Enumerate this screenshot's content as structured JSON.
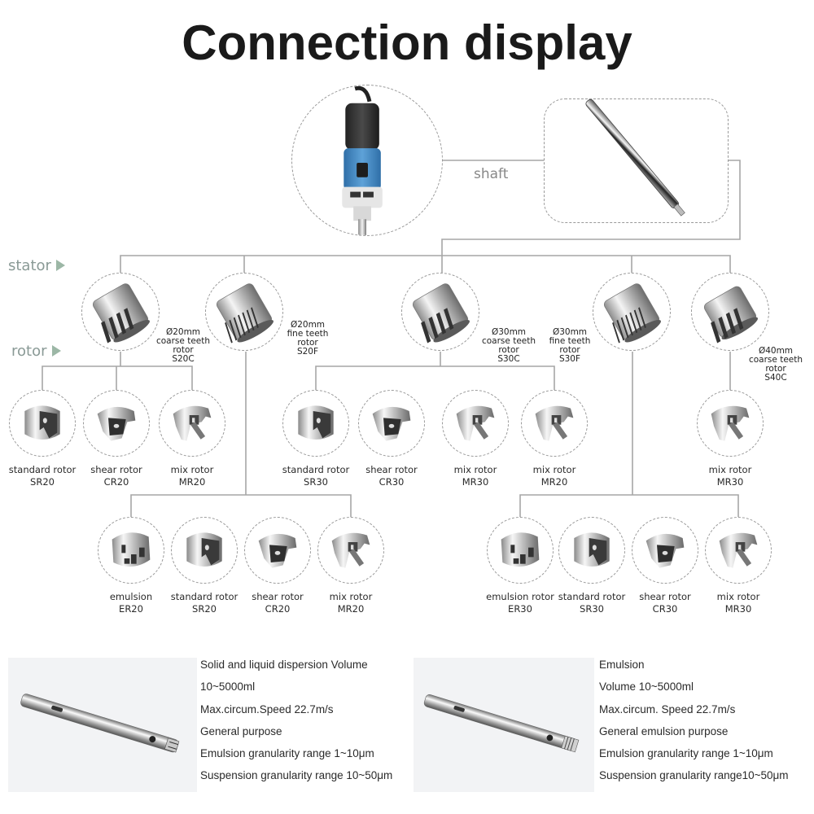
{
  "title": "Connection display",
  "labels": {
    "stator": "stator",
    "rotor": "rotor",
    "shaft": "shaft"
  },
  "stators": [
    {
      "size": "Ø20mm",
      "teeth": "coarse teeth",
      "kind": "rotor",
      "code": "S20C"
    },
    {
      "size": "Ø20mm",
      "teeth": "fine teeth",
      "kind": "rotor",
      "code": "S20F"
    },
    {
      "size": "Ø30mm",
      "teeth": "coarse teeth",
      "kind": "rotor",
      "code": "S30C"
    },
    {
      "size": "Ø30mm",
      "teeth": "fine teeth",
      "kind": "rotor",
      "code": "S30F"
    },
    {
      "size": "Ø40mm",
      "teeth": "coarse teeth",
      "kind": "rotor",
      "code": "S40C"
    }
  ],
  "rotor_row1": [
    {
      "name": "standard rotor",
      "code": "SR20"
    },
    {
      "name": "shear rotor",
      "code": "CR20"
    },
    {
      "name": "mix rotor",
      "code": "MR20"
    },
    {
      "name": "standard rotor",
      "code": "SR30"
    },
    {
      "name": "shear rotor",
      "code": "CR30"
    },
    {
      "name": "mix rotor",
      "code": "MR30"
    },
    {
      "name": "mix rotor",
      "code": "MR20"
    },
    {
      "name": "mix rotor",
      "code": "MR30"
    }
  ],
  "rotor_row2": [
    {
      "name": "emulsion",
      "code": "ER20"
    },
    {
      "name": "standard rotor",
      "code": "SR20"
    },
    {
      "name": "shear rotor",
      "code": "CR20"
    },
    {
      "name": "mix rotor",
      "code": "MR20"
    },
    {
      "name": "emulsion rotor",
      "code": "ER30"
    },
    {
      "name": "standard rotor",
      "code": "SR30"
    },
    {
      "name": "shear rotor",
      "code": "CR30"
    },
    {
      "name": "mix rotor",
      "code": "MR30"
    }
  ],
  "products": [
    {
      "specs": [
        "Solid and liquid dispersion Volume",
        "10~5000ml",
        "Max.circum.Speed 22.7m/s",
        "General purpose",
        "Emulsion granularity range 1~10μm",
        "Suspension granularity range 10~50μm"
      ]
    },
    {
      "specs": [
        "Emulsion",
        "Volume 10~5000ml",
        "Max.circum. Speed 22.7m/s",
        "General emulsion purpose",
        "Emulsion granularity range 1~10μm",
        "Suspension granularity range10~50μm"
      ]
    }
  ],
  "colors": {
    "line": "#a6a6a6",
    "motor_blue": "#4a8fc9",
    "arrow": "#9cb7a6"
  }
}
